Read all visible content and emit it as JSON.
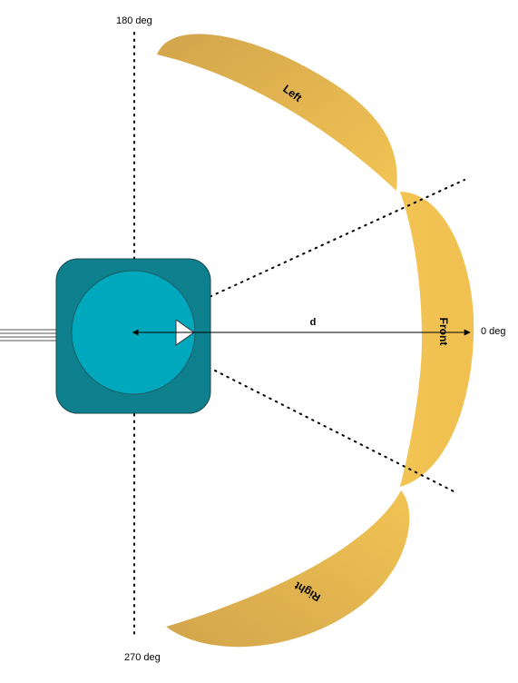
{
  "labels": {
    "deg_180": "180 deg",
    "deg_0": "0 deg",
    "deg_270": "270 deg",
    "distance": "d"
  },
  "zones": {
    "left": "Left",
    "front": "Front",
    "right": "Right"
  },
  "colors": {
    "zone_fill_light": "#f2c454",
    "zone_fill_dark": "#d6a94c",
    "robot_body": "#0e7f8c",
    "robot_disc": "#00a8bd",
    "heading_marker": "#ffffff",
    "line": "#000000"
  }
}
